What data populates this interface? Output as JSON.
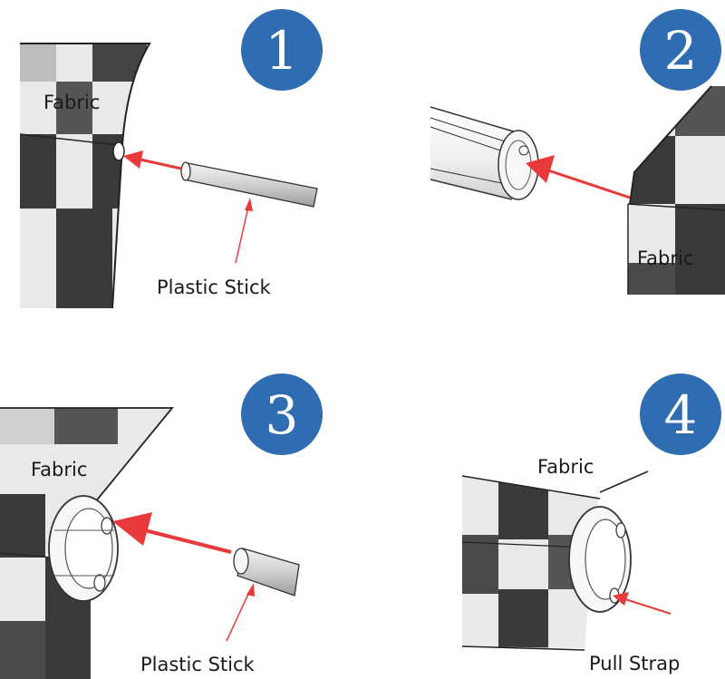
{
  "steps": [
    {
      "number": "1",
      "labels": {
        "fabric": "Fabric",
        "stick": "Plastic Stick"
      }
    },
    {
      "number": "2",
      "labels": {
        "fabric": "Fabric"
      }
    },
    {
      "number": "3",
      "labels": {
        "fabric": "Fabric",
        "stick": "Plastic Stick"
      }
    },
    {
      "number": "4",
      "labels": {
        "fabric": "Fabric",
        "strap": "Pull Strap"
      }
    }
  ],
  "colors": {
    "badge": "#2f6db3",
    "arrow": "#e83a3a",
    "outline": "#222222",
    "dark_check": "#3a3a3a",
    "light_check": "#e9e9e9"
  }
}
